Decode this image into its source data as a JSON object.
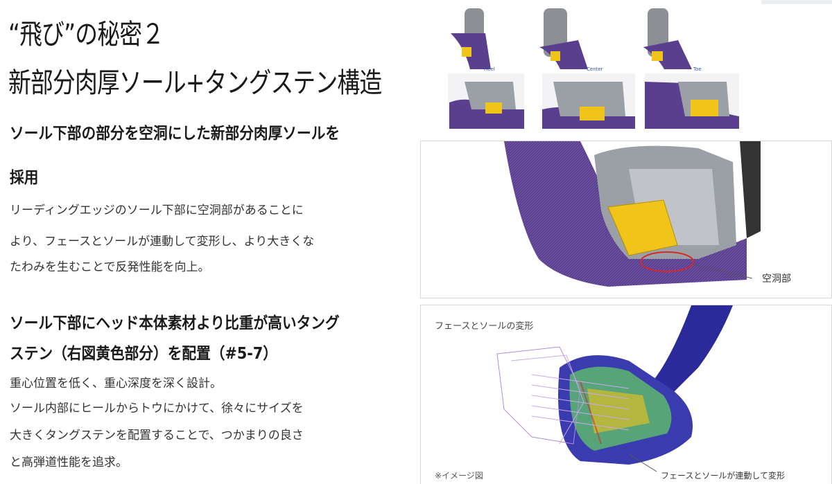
{
  "title_line1": "“飛び”の秘密２",
  "title_line2": "新部分肉厚ソール+タングステン構造",
  "section1": {
    "heading_line1": "ソール下部の部分を空洞にした新部分肉厚ソールを",
    "heading_line2": "採用",
    "body": [
      "リーディングエッジのソール下部に空洞部があることに",
      "より、フェースとソールが連動して変形し、より大きくな",
      "たわみを生むことで反発性能を向上。"
    ]
  },
  "section2": {
    "heading_line1": "ソール下部にヘッド本体素材より比重が高いタング",
    "heading_line2": "ステン（右図黄色部分）を配置（#5-7）",
    "body": [
      "重心位置を低く、重心深度を深く設計。",
      "ソール内部にヒールからトウにかけて、徐々にサイズを",
      "大きくタングステンを配置することで、つかまりの良さ",
      "と高弾道性能を追求。"
    ]
  },
  "figure_top": {
    "labels": [
      "Heel",
      "Center",
      "Toe"
    ]
  },
  "figure_middle": {
    "callout": "空洞部"
  },
  "figure_bottom": {
    "title": "フェースとソールの変形",
    "note": "※イメージ図",
    "caption": "フェースとソールが連動して変形"
  },
  "colors": {
    "purple": "#5a3f8f",
    "yellow": "#f0c419",
    "gray": "#8c9096",
    "red_circle": "#d62828",
    "shaft_blue": "#2a2a9a"
  }
}
